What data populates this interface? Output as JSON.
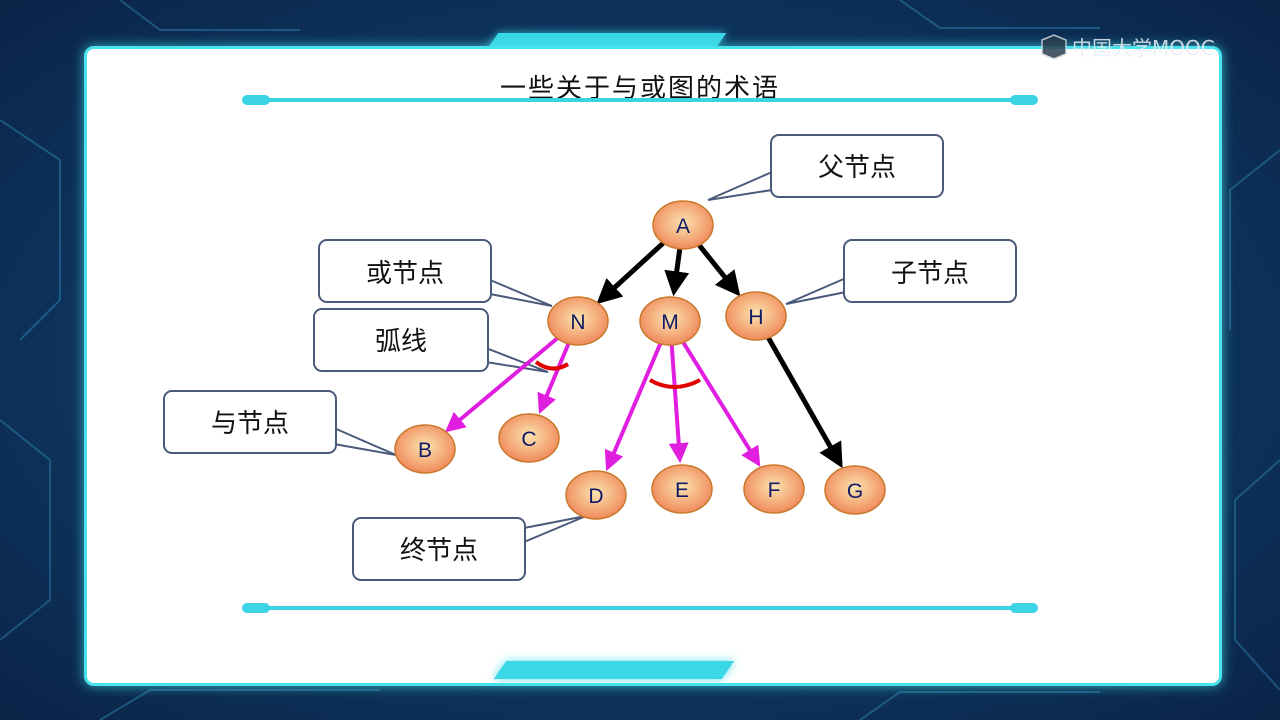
{
  "title": "一些关于与或图的术语",
  "logo": {
    "text": "中国大学MOOC"
  },
  "colors": {
    "panel_border": "#48e3ee",
    "node_fill": "#f39a6a",
    "node_stroke": "#c9792b",
    "edge_black": "#000000",
    "edge_magenta": "#e01ee0",
    "arc_red": "#e00000",
    "callout_border": "#4a5a7a"
  },
  "nodes": [
    {
      "id": "A",
      "label": "A"
    },
    {
      "id": "N",
      "label": "N"
    },
    {
      "id": "M",
      "label": "M"
    },
    {
      "id": "H",
      "label": "H"
    },
    {
      "id": "B",
      "label": "B"
    },
    {
      "id": "C",
      "label": "C"
    },
    {
      "id": "D",
      "label": "D"
    },
    {
      "id": "E",
      "label": "E"
    },
    {
      "id": "F",
      "label": "F"
    },
    {
      "id": "G",
      "label": "G"
    }
  ],
  "edges": [
    {
      "from": "A",
      "to": "N",
      "color": "black"
    },
    {
      "from": "A",
      "to": "M",
      "color": "black"
    },
    {
      "from": "A",
      "to": "H",
      "color": "black"
    },
    {
      "from": "H",
      "to": "G",
      "color": "black"
    },
    {
      "from": "N",
      "to": "B",
      "color": "magenta"
    },
    {
      "from": "N",
      "to": "C",
      "color": "magenta"
    },
    {
      "from": "M",
      "to": "D",
      "color": "magenta"
    },
    {
      "from": "M",
      "to": "E",
      "color": "magenta"
    },
    {
      "from": "M",
      "to": "F",
      "color": "magenta"
    }
  ],
  "callouts": [
    {
      "id": "parent",
      "label": "父节点",
      "target": "A"
    },
    {
      "id": "or-node",
      "label": "或节点",
      "target": "N"
    },
    {
      "id": "arc",
      "label": "弧线",
      "target": "N-arc"
    },
    {
      "id": "child",
      "label": "子节点",
      "target": "H"
    },
    {
      "id": "and-node",
      "label": "与节点",
      "target": "B"
    },
    {
      "id": "terminal",
      "label": "终节点",
      "target": "D"
    }
  ]
}
